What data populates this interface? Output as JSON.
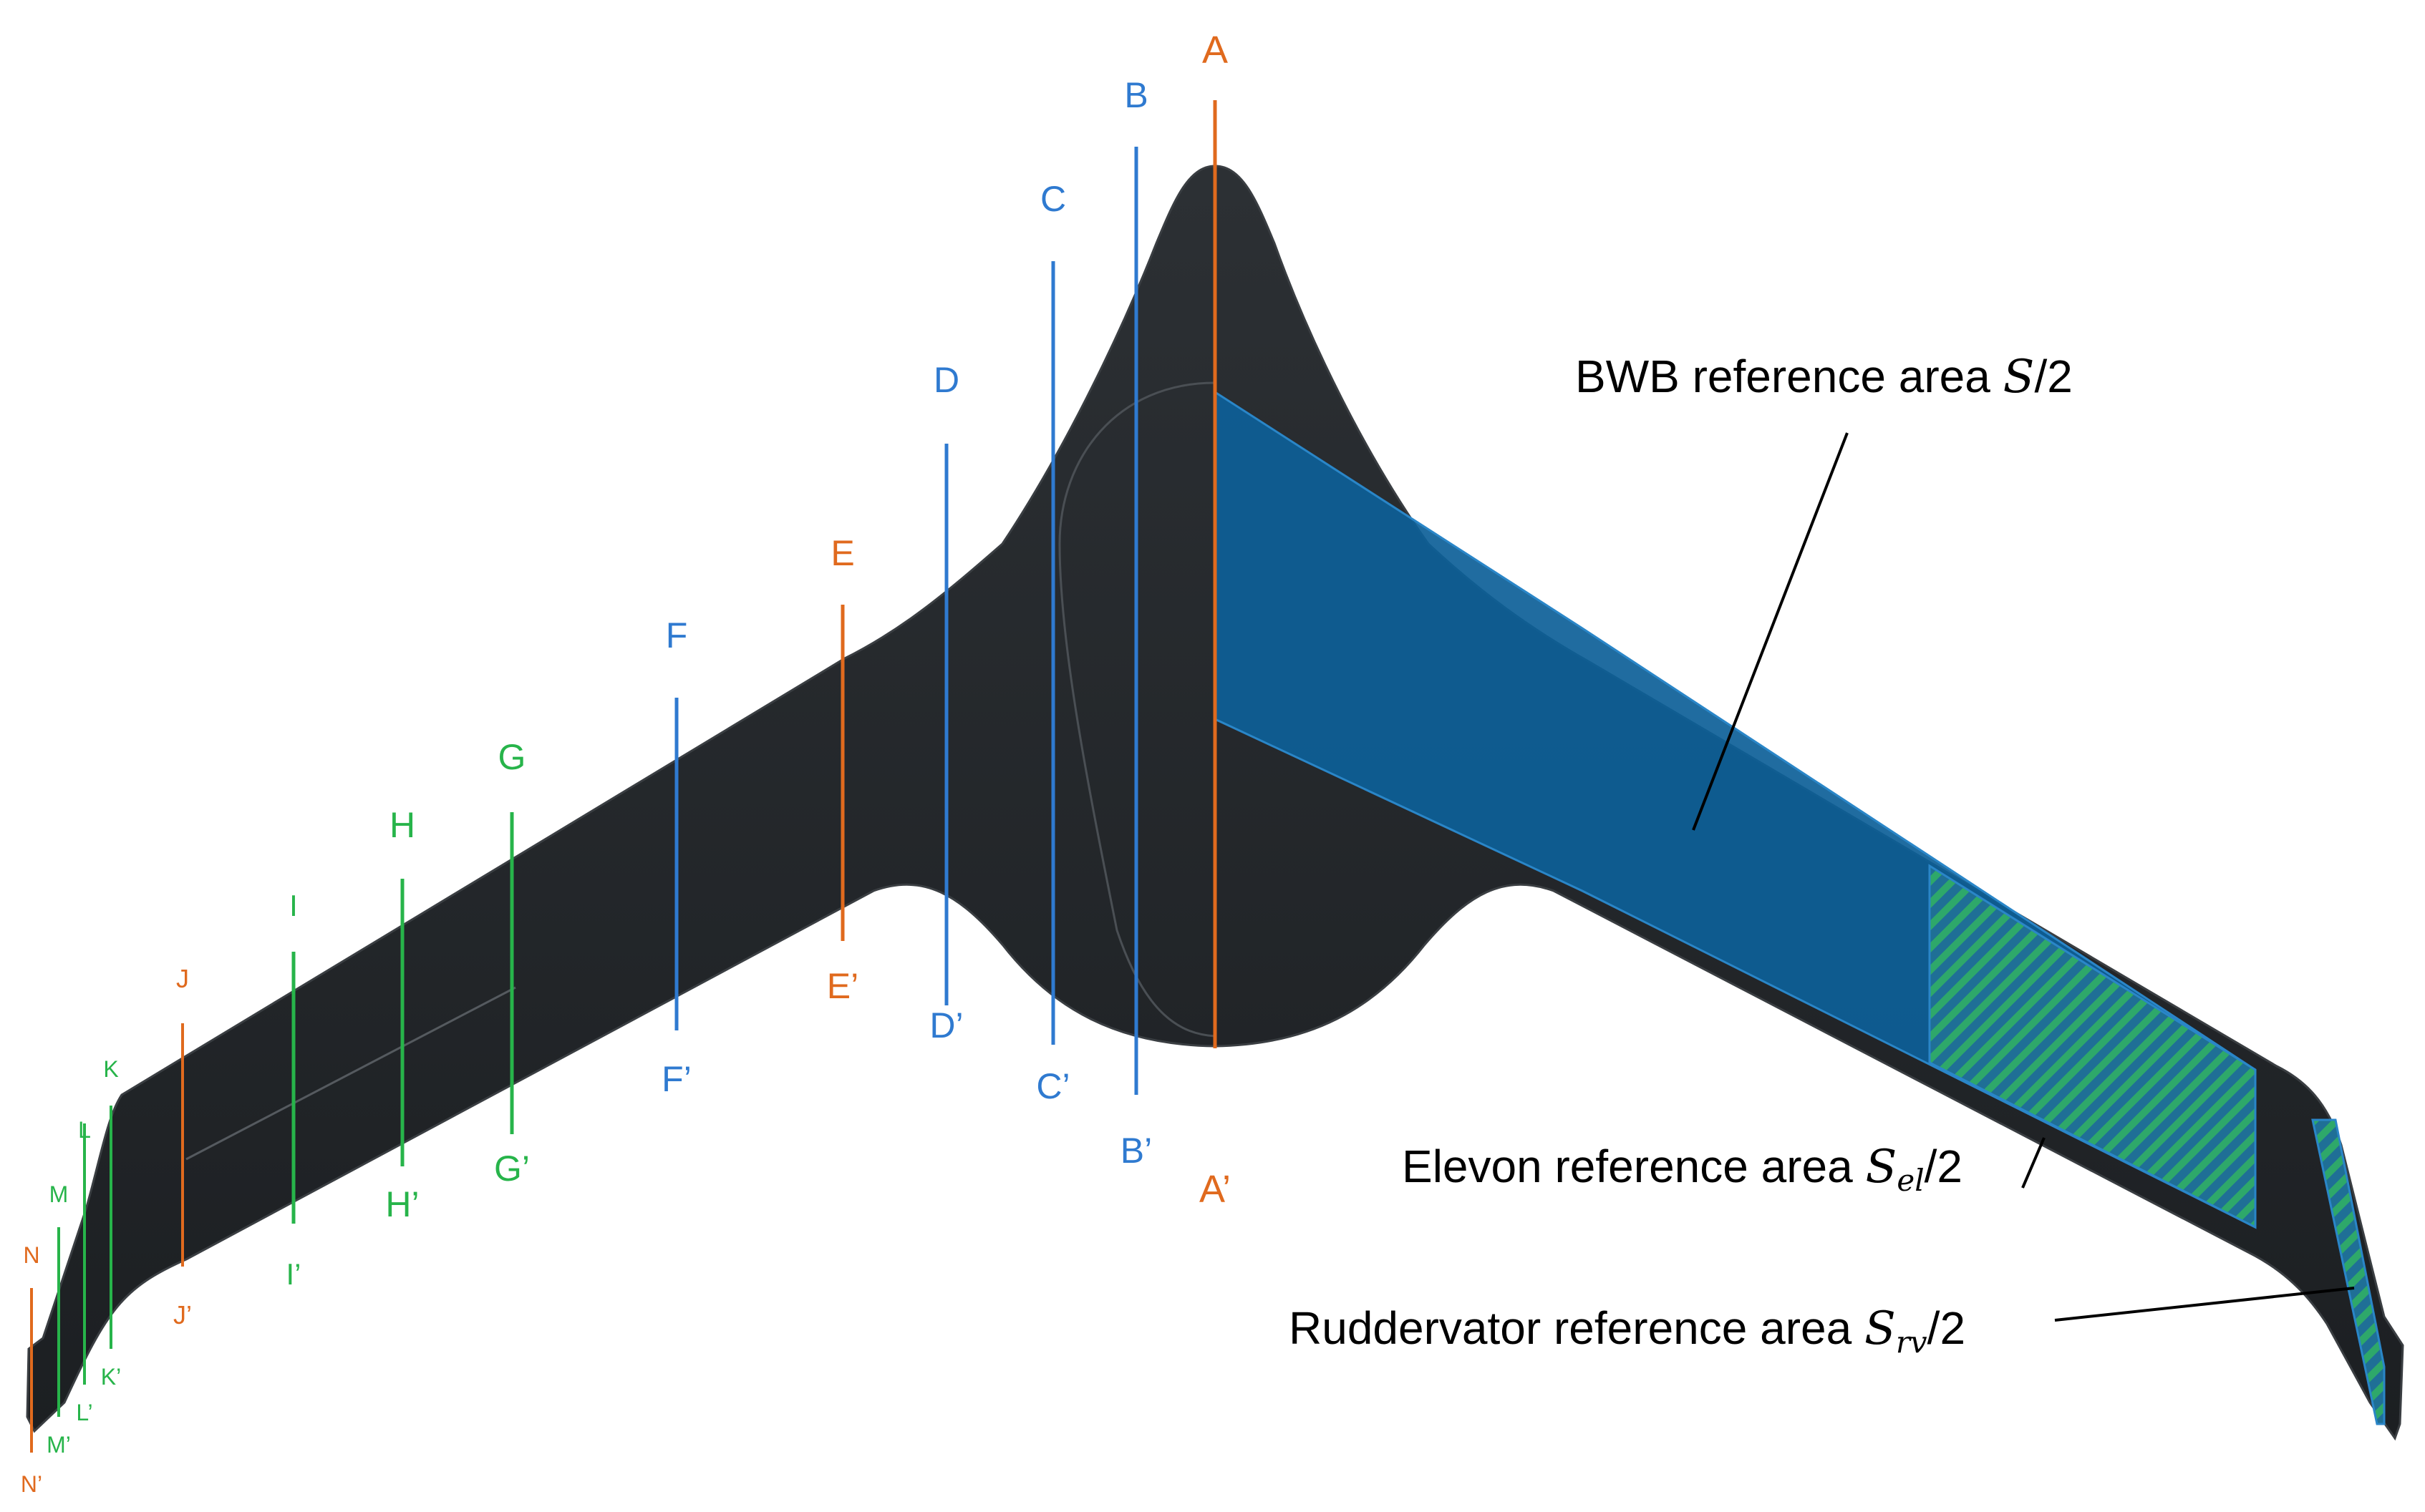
{
  "colors": {
    "aircraft": "#24272a",
    "aircraft_edge": "#3a3e42",
    "orange": "#e06a1e",
    "blue": "#2f7ad0",
    "green": "#27b44a",
    "bwb_area": "#0d5f98",
    "hatch_green": "#2ea86a"
  },
  "stations": [
    {
      "top": "A",
      "bottom": "A’",
      "color": "orange"
    },
    {
      "top": "B",
      "bottom": "B’",
      "color": "blue"
    },
    {
      "top": "C",
      "bottom": "C’",
      "color": "blue"
    },
    {
      "top": "D",
      "bottom": "D’",
      "color": "blue"
    },
    {
      "top": "E",
      "bottom": "E’",
      "color": "orange"
    },
    {
      "top": "F",
      "bottom": "F’",
      "color": "blue"
    },
    {
      "top": "G",
      "bottom": "G’",
      "color": "green"
    },
    {
      "top": "H",
      "bottom": "H’",
      "color": "green"
    },
    {
      "top": "I",
      "bottom": "I’",
      "color": "green"
    },
    {
      "top": "J",
      "bottom": "J’",
      "color": "orange"
    },
    {
      "top": "K",
      "bottom": "K’",
      "color": "green"
    },
    {
      "top": "L",
      "bottom": "L’",
      "color": "green"
    },
    {
      "top": "M",
      "bottom": "M’",
      "color": "green"
    },
    {
      "top": "N",
      "bottom": "N’",
      "color": "orange"
    }
  ],
  "annotations": {
    "bwb": {
      "text": "BWB reference area ",
      "symbol": "S",
      "sub": "",
      "suffix": "/2"
    },
    "elevon": {
      "text": "Elevon reference area ",
      "symbol": "S",
      "sub": "el",
      "suffix": "/2"
    },
    "ruddervator": {
      "text": "Ruddervator reference area ",
      "symbol": "S",
      "sub": "rv",
      "suffix": "/2"
    }
  }
}
